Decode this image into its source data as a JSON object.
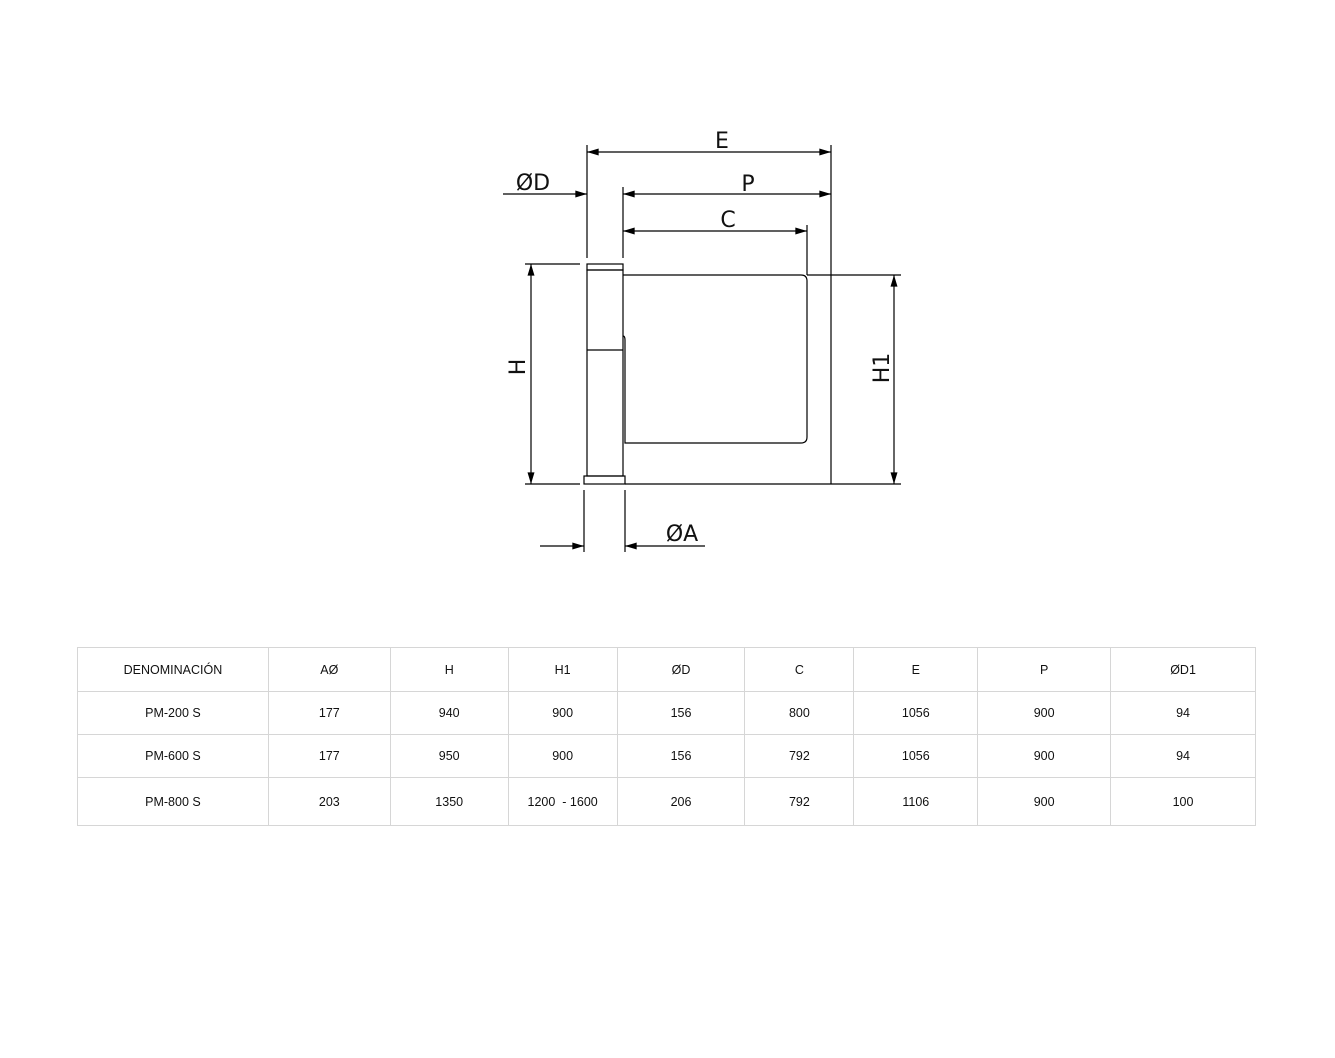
{
  "drawing": {
    "labels": {
      "E": "E",
      "P": "P",
      "C": "C",
      "D": "ØD",
      "H": "H",
      "H1": "H1",
      "A": "ØA"
    }
  },
  "table": {
    "headers": [
      "DENOMINACIÓN",
      "AØ",
      "H",
      "H1",
      "ØD",
      "C",
      "E",
      "P",
      "ØD1"
    ],
    "rows": [
      [
        "PM-200 S",
        "177",
        "940",
        "900",
        "156",
        "800",
        "1056",
        "900",
        "94"
      ],
      [
        "PM-600 S",
        "177",
        "950",
        "900",
        "156",
        "792",
        "1056",
        "900",
        "94"
      ],
      [
        "PM-800 S",
        "203",
        "1350",
        "1200  - 1600",
        "206",
        "792",
        "1106",
        "900",
        "100"
      ]
    ]
  }
}
